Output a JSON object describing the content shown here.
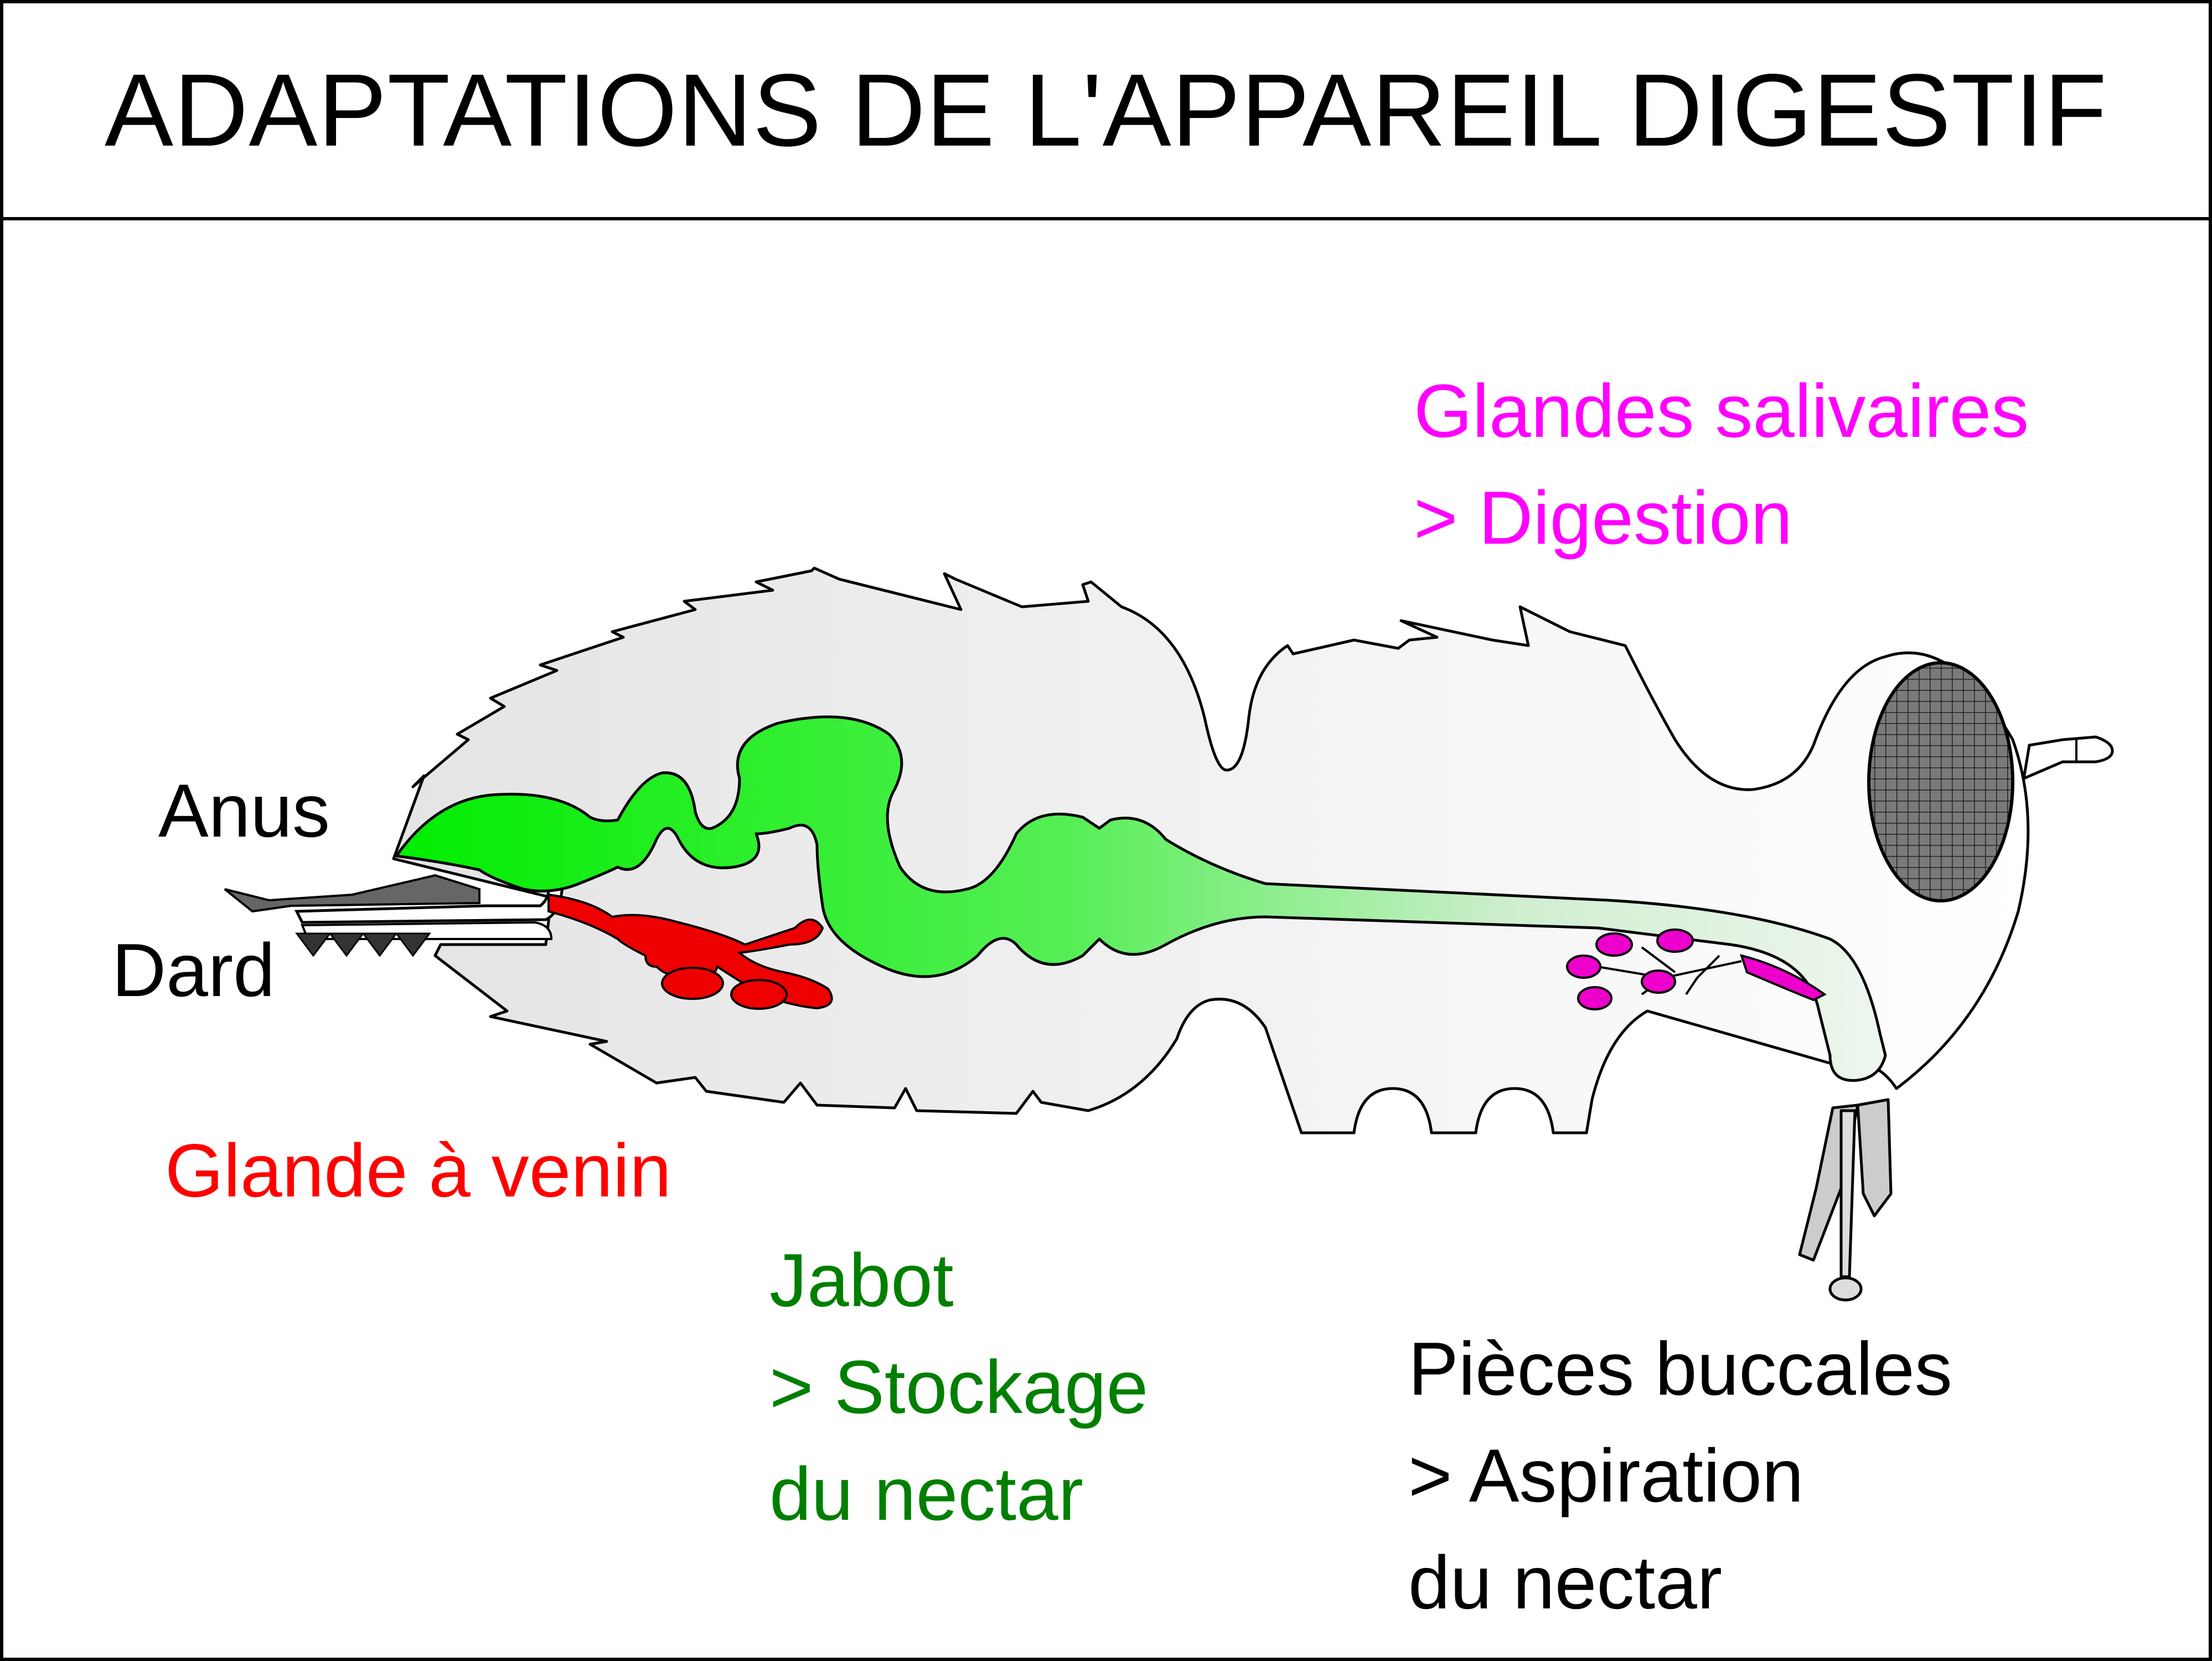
{
  "title": "ADAPTATIONS DE L'APPAREIL DIGESTIF",
  "labels": {
    "salivary": {
      "lines": [
        "Glandes salivaires",
        "> Digestion"
      ],
      "color": "#ff00ff"
    },
    "anus": {
      "text": "Anus",
      "color": "#000000"
    },
    "stinger": {
      "text": "Dard",
      "color": "#000000"
    },
    "venom": {
      "text": "Glande à venin",
      "color": "#ff0000"
    },
    "crop": {
      "lines": [
        "Jabot",
        "> Stockage",
        "du nectar"
      ],
      "color": "#007f00"
    },
    "mouthparts": {
      "lines": [
        "Pièces buccales",
        "> Aspiration",
        "du nectar"
      ],
      "color": "#000000"
    }
  },
  "colors": {
    "body_fill": "#e8e8e8",
    "gut_green": "#22ee22",
    "venom_red": "#ee0000",
    "salivary_magenta": "#ee00cc",
    "eye_dark": "#666666"
  }
}
